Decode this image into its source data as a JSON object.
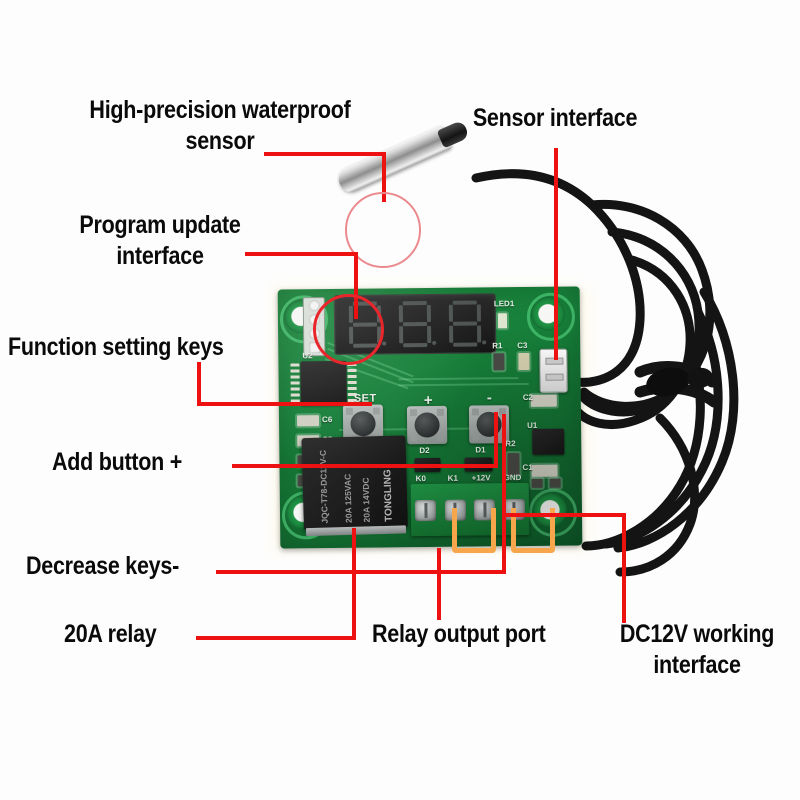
{
  "image": {
    "subject": "W1209 DC12V digital thermostat temperature control board with waterproof NTC sensor probe",
    "background_color": "#ffffff",
    "annotation_color": "#ee1111",
    "bracket_color": "#f7a64b",
    "text_color": "#0a0a0a"
  },
  "annotations": [
    {
      "id": "sensor",
      "label_line1": "High-precision waterproof",
      "label_line2": "sensor",
      "target": "stainless steel probe tip"
    },
    {
      "id": "program",
      "label_line1": "Program update",
      "label_line2": "interface",
      "target": "4-pin programming header"
    },
    {
      "id": "function-keys",
      "label_line1": "Function setting keys",
      "label_line2": "",
      "target": "SET button"
    },
    {
      "id": "sensor-port",
      "label_line1": "Sensor interface",
      "label_line2": "",
      "target": "white 2-pin JST connector"
    },
    {
      "id": "add-button",
      "label_line1": "Add button +",
      "label_line2": "",
      "target": "+ push button"
    },
    {
      "id": "decrease-keys",
      "label_line1": "Decrease keys-",
      "label_line2": "",
      "target": "- push button"
    },
    {
      "id": "relay",
      "label_line1": "20A relay",
      "label_line2": "",
      "target": "black TONGLING relay"
    },
    {
      "id": "relay-output",
      "label_line1": "Relay output port",
      "label_line2": "",
      "target": "K0 / K1 screw terminals"
    },
    {
      "id": "dc12v",
      "label_line1": "DC12V working",
      "label_line2": "interface",
      "target": "+12V / GND screw terminals"
    }
  ],
  "board": {
    "display": {
      "digits": [
        "8.",
        "8.",
        "8."
      ],
      "state": "off",
      "segment_color": "#4e5452",
      "panel_color": "#1b1b1b"
    },
    "silkscreen": {
      "set_button": "SET",
      "plus_button": "+",
      "minus_button": "-",
      "led": "LED1",
      "ic_u2": "U2",
      "ic_u1": "U1",
      "refdes": [
        "C6",
        "C5",
        "R1",
        "C3",
        "C2",
        "C1",
        "R2",
        "D2",
        "D1"
      ],
      "terminals": [
        "K0",
        "K1",
        "+12V",
        "GND"
      ]
    },
    "relay_markings": {
      "brand": "TONGLING",
      "line1": "20A  125VAC",
      "line2": "20A  14VDC",
      "part": "JQC-T78-DC12V-C"
    }
  }
}
